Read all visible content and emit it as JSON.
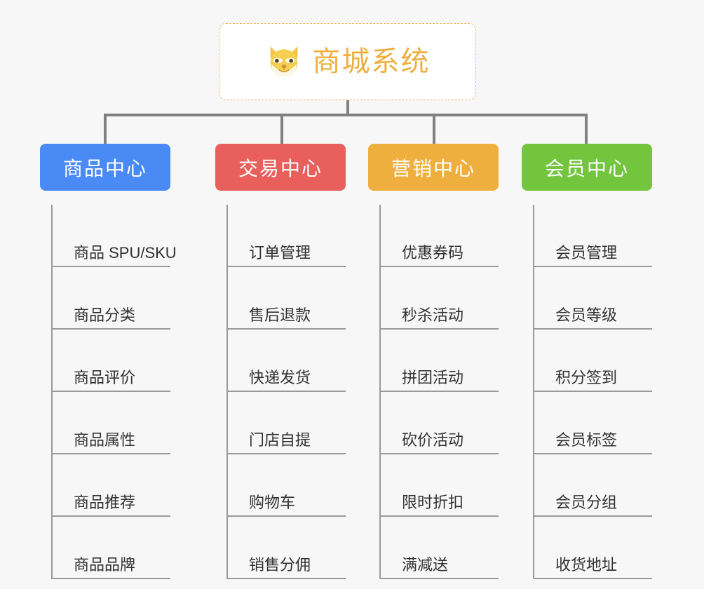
{
  "diagram": {
    "title": "商城系统",
    "root": {
      "label": "商城系统",
      "icon": "shiba-dog-emoji",
      "text_color": "#eeaf3f",
      "border_color": "#e8b964",
      "background": "#ffffff"
    },
    "connector_color": "#808080",
    "canvas_background": "#f7f7f7",
    "leaf_text_color": "#303133",
    "leaf_line_color": "#9a9a9a",
    "columns": [
      {
        "header": "商品中心",
        "color": "#4a8af4",
        "items": [
          "商品 SPU/SKU",
          "商品分类",
          "商品评价",
          "商品属性",
          "商品推荐",
          "商品品牌"
        ]
      },
      {
        "header": "交易中心",
        "color": "#e95f5c",
        "items": [
          "订单管理",
          "售后退款",
          "快递发货",
          "门店自提",
          "购物车",
          "销售分佣"
        ]
      },
      {
        "header": "营销中心",
        "color": "#eeaf3f",
        "items": [
          "优惠券码",
          "秒杀活动",
          "拼团活动",
          "砍价活动",
          "限时折扣",
          "满减送"
        ]
      },
      {
        "header": "会员中心",
        "color": "#74c53e",
        "items": [
          "会员管理",
          "会员等级",
          "积分签到",
          "会员标签",
          "会员分组",
          "收货地址"
        ]
      }
    ]
  }
}
